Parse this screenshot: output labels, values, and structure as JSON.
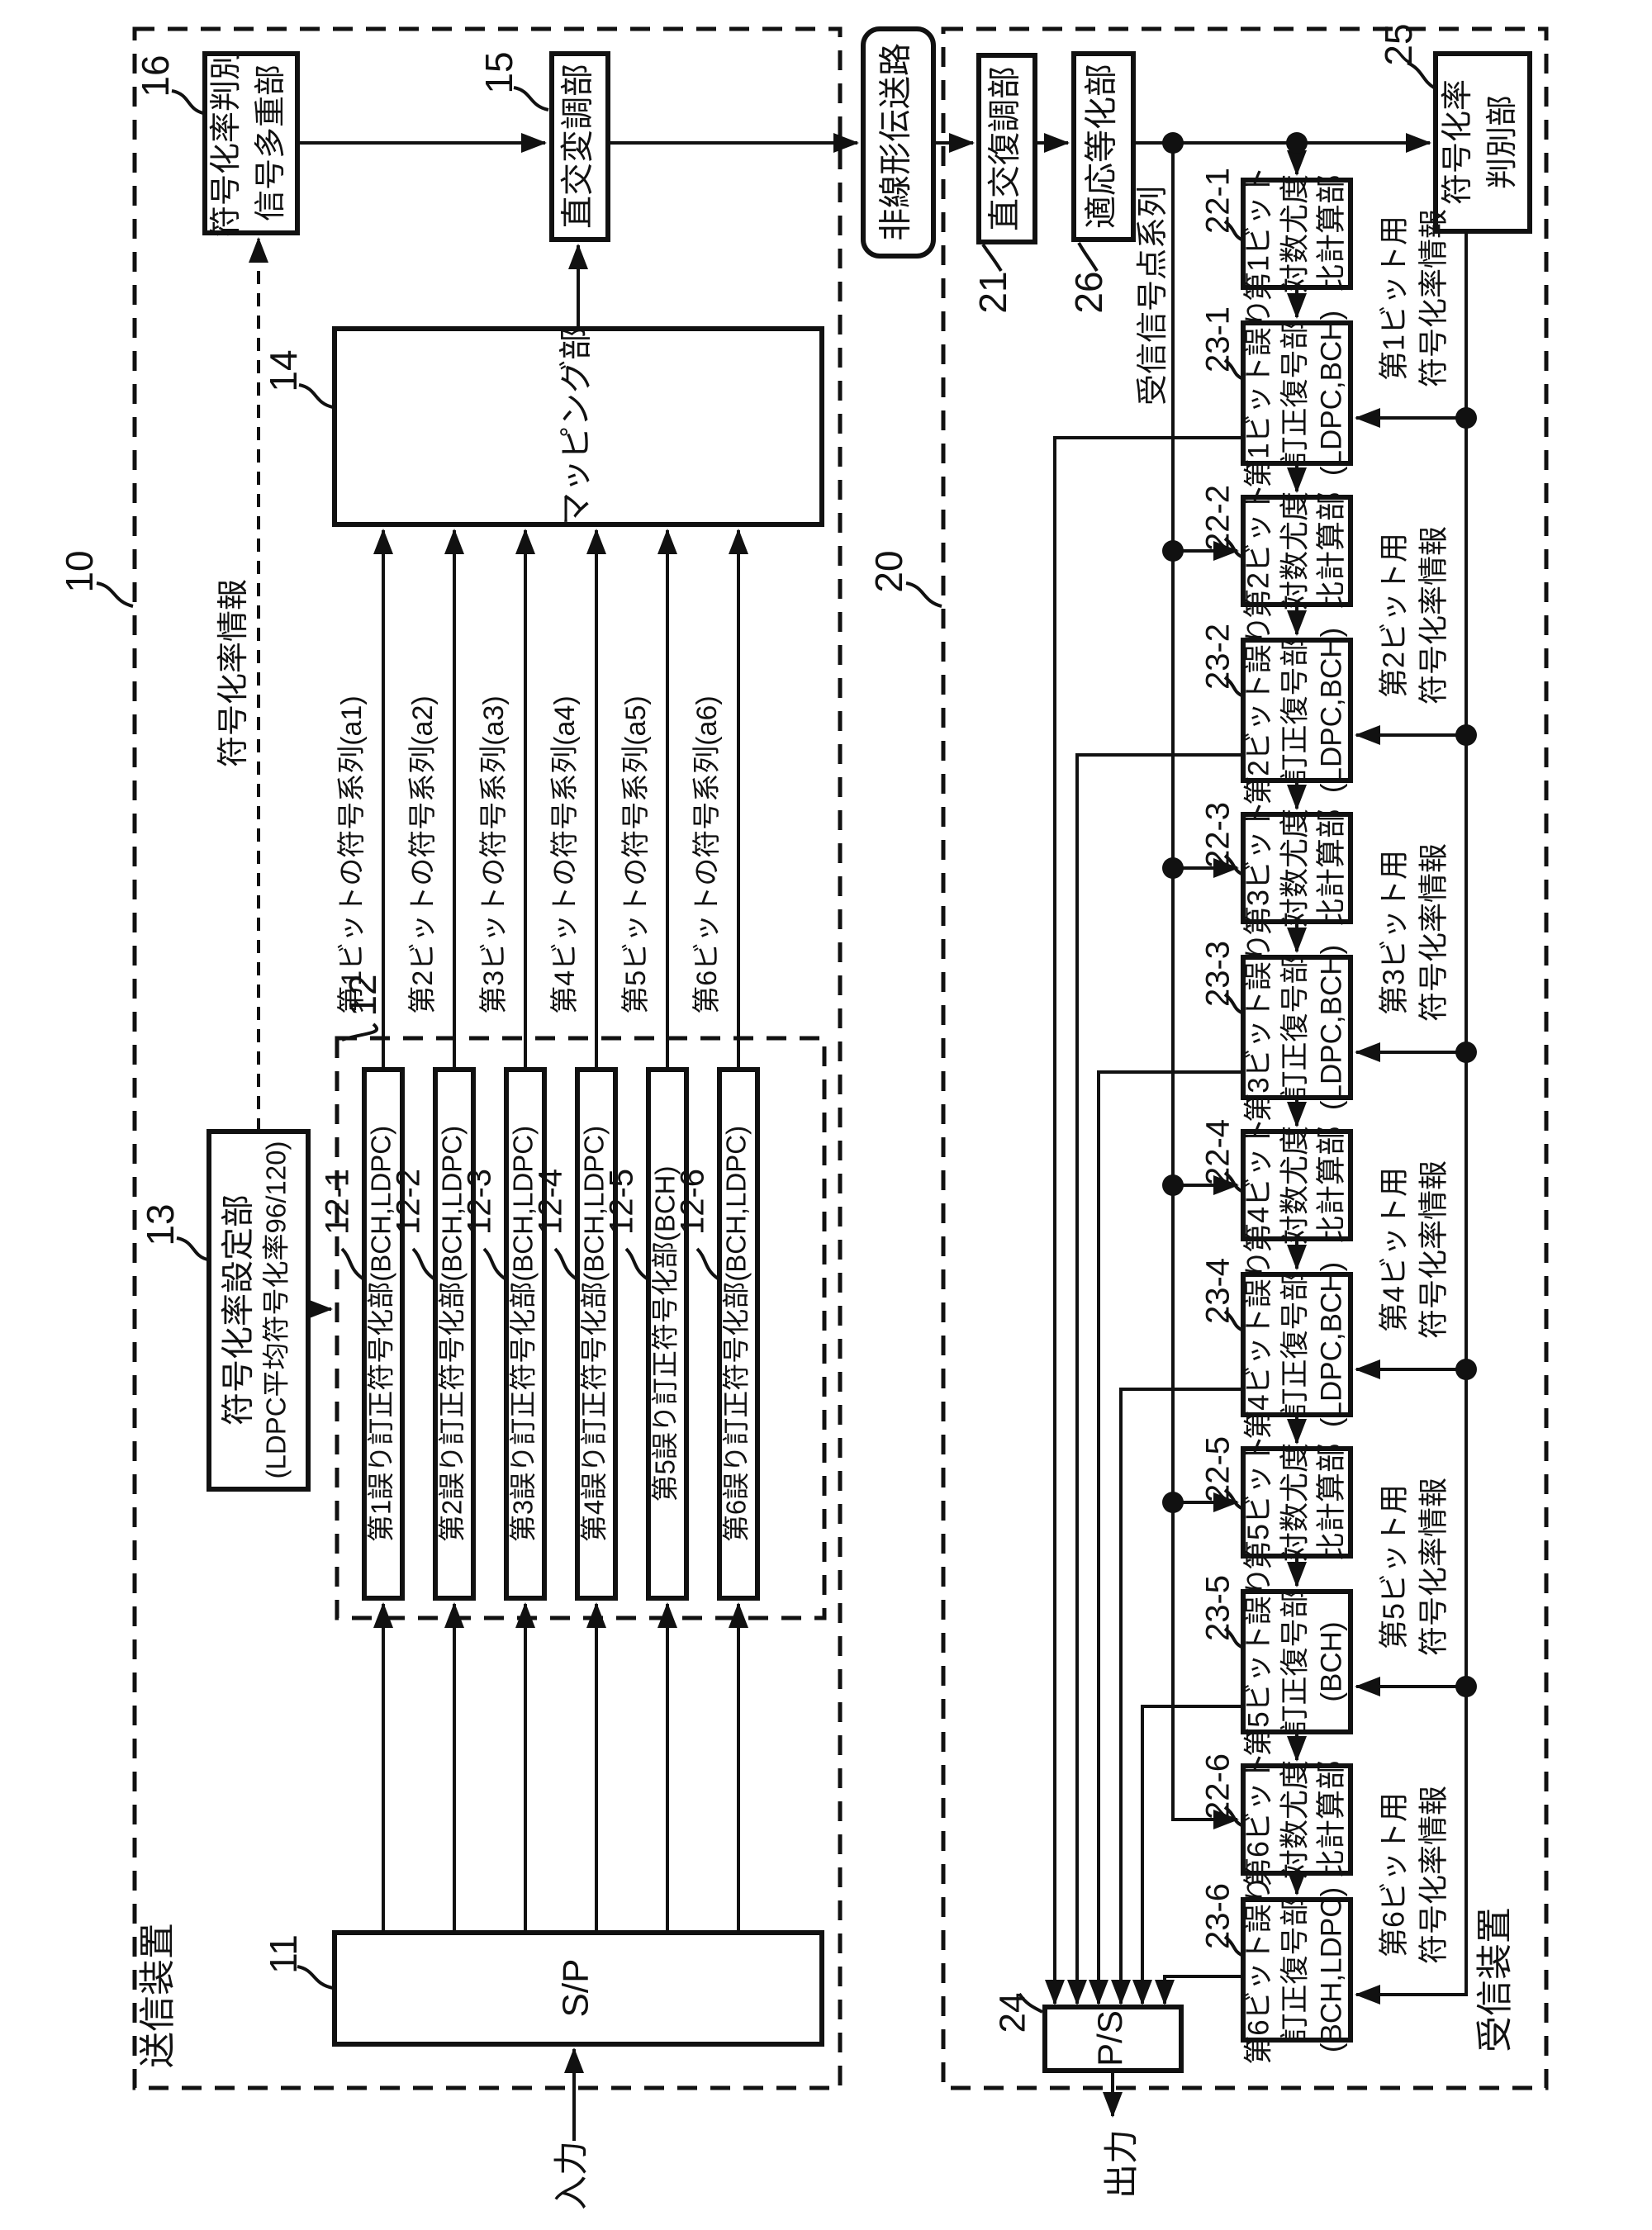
{
  "figure": {
    "transmitter": {
      "ref": "10",
      "label": "送信装置",
      "input_label": "入力",
      "sp": {
        "ref": "11",
        "label": "S/P"
      },
      "encoder_group": {
        "ref": "12"
      },
      "encoders": [
        {
          "ref": "12-1",
          "label": "第1誤り訂正符号化部(BCH,LDPC)"
        },
        {
          "ref": "12-2",
          "label": "第2誤り訂正符号化部(BCH,LDPC)"
        },
        {
          "ref": "12-3",
          "label": "第3誤り訂正符号化部(BCH,LDPC)"
        },
        {
          "ref": "12-4",
          "label": "第4誤り訂正符号化部(BCH,LDPC)"
        },
        {
          "ref": "12-5",
          "label": "第5誤り訂正符号化部(BCH)"
        },
        {
          "ref": "12-6",
          "label": "第6誤り訂正符号化部(BCH,LDPC)"
        }
      ],
      "series_labels": [
        "第1ビットの符号系列(a1)",
        "第2ビットの符号系列(a2)",
        "第3ビットの符号系列(a3)",
        "第4ビットの符号系列(a4)",
        "第5ビットの符号系列(a5)",
        "第6ビットの符号系列(a6)"
      ],
      "rate_setter": {
        "ref": "13",
        "line1": "符号化率設定部",
        "line2": "(LDPC平均符号化率96/120)"
      },
      "rate_info_label": "符号化率情報",
      "mapper": {
        "ref": "14",
        "label": "マッピング部"
      },
      "modulator": {
        "ref": "15",
        "label": "直交変調部"
      },
      "rate_mux": {
        "ref": "16",
        "line1": "符号化率判別",
        "line2": "信号多重部"
      }
    },
    "channel": {
      "label": "非線形伝送路"
    },
    "receiver": {
      "ref": "20",
      "label": "受信装置",
      "output_label": "出力",
      "demod": {
        "ref": "21",
        "label": "直交復調部"
      },
      "equalizer": {
        "ref": "26",
        "label": "適応等化部"
      },
      "signal_series_label": "受信信号点系列",
      "rate_detector": {
        "ref": "25",
        "line1": "符号化率",
        "line2": "判別部"
      },
      "ps": {
        "ref": "24",
        "label": "P/S"
      },
      "stages": [
        {
          "llr_ref": "22-1",
          "llr": [
            "第1ビット",
            "対数尤度",
            "比計算部"
          ],
          "dec_ref": "23-1",
          "dec": [
            "第1ビット誤り",
            "訂正復号部",
            "(LDPC,BCH)"
          ],
          "rate": [
            "第1ビット用",
            "符号化率情報"
          ]
        },
        {
          "llr_ref": "22-2",
          "llr": [
            "第2ビット",
            "対数尤度",
            "比計算部"
          ],
          "dec_ref": "23-2",
          "dec": [
            "第2ビット誤り",
            "訂正復号部",
            "(LDPC,BCH)"
          ],
          "rate": [
            "第2ビット用",
            "符号化率情報"
          ]
        },
        {
          "llr_ref": "22-3",
          "llr": [
            "第3ビット",
            "対数尤度",
            "比計算部"
          ],
          "dec_ref": "23-3",
          "dec": [
            "第3ビット誤り",
            "訂正復号部",
            "(LDPC,BCH)"
          ],
          "rate": [
            "第3ビット用",
            "符号化率情報"
          ]
        },
        {
          "llr_ref": "22-4",
          "llr": [
            "第4ビット",
            "対数尤度",
            "比計算部"
          ],
          "dec_ref": "23-4",
          "dec": [
            "第4ビット誤り",
            "訂正復号部",
            "(LDPC,BCH)"
          ],
          "rate": [
            "第4ビット用",
            "符号化率情報"
          ]
        },
        {
          "llr_ref": "22-5",
          "llr": [
            "第5ビット",
            "対数尤度",
            "比計算部"
          ],
          "dec_ref": "23-5",
          "dec": [
            "第5ビット誤り",
            "訂正復号部",
            "(BCH)"
          ],
          "rate": [
            "第5ビット用",
            "符号化率情報"
          ]
        },
        {
          "llr_ref": "22-6",
          "llr": [
            "第6ビット",
            "対数尤度",
            "比計算部"
          ],
          "dec_ref": "23-6",
          "dec": [
            "第6ビット誤り",
            "訂正復号部",
            "(BCH,LDPC)"
          ],
          "rate": [
            "第6ビット用",
            "符号化率情報"
          ]
        }
      ]
    }
  }
}
